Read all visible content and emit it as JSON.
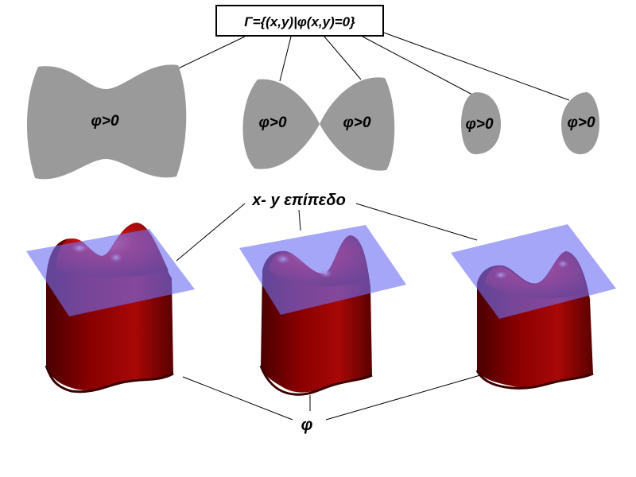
{
  "title_formula": "Γ={(x,y)|φ(x,y)=0}",
  "plane_label": "x- y επίπεδο",
  "phi_label": "φ",
  "region_label": "φ>0",
  "colors": {
    "region_fill": "#9a9a9a",
    "plane_fill": "#6f6ff5",
    "surface_dark": "#5a0000",
    "surface_mid": "#a00000",
    "surface_light": "#ff4040"
  },
  "regions": [
    {
      "label": "φ>0"
    },
    {
      "label": "φ>0"
    },
    {
      "label": "φ>0"
    },
    {
      "label": "φ>0"
    },
    {
      "label": "φ>0"
    }
  ]
}
